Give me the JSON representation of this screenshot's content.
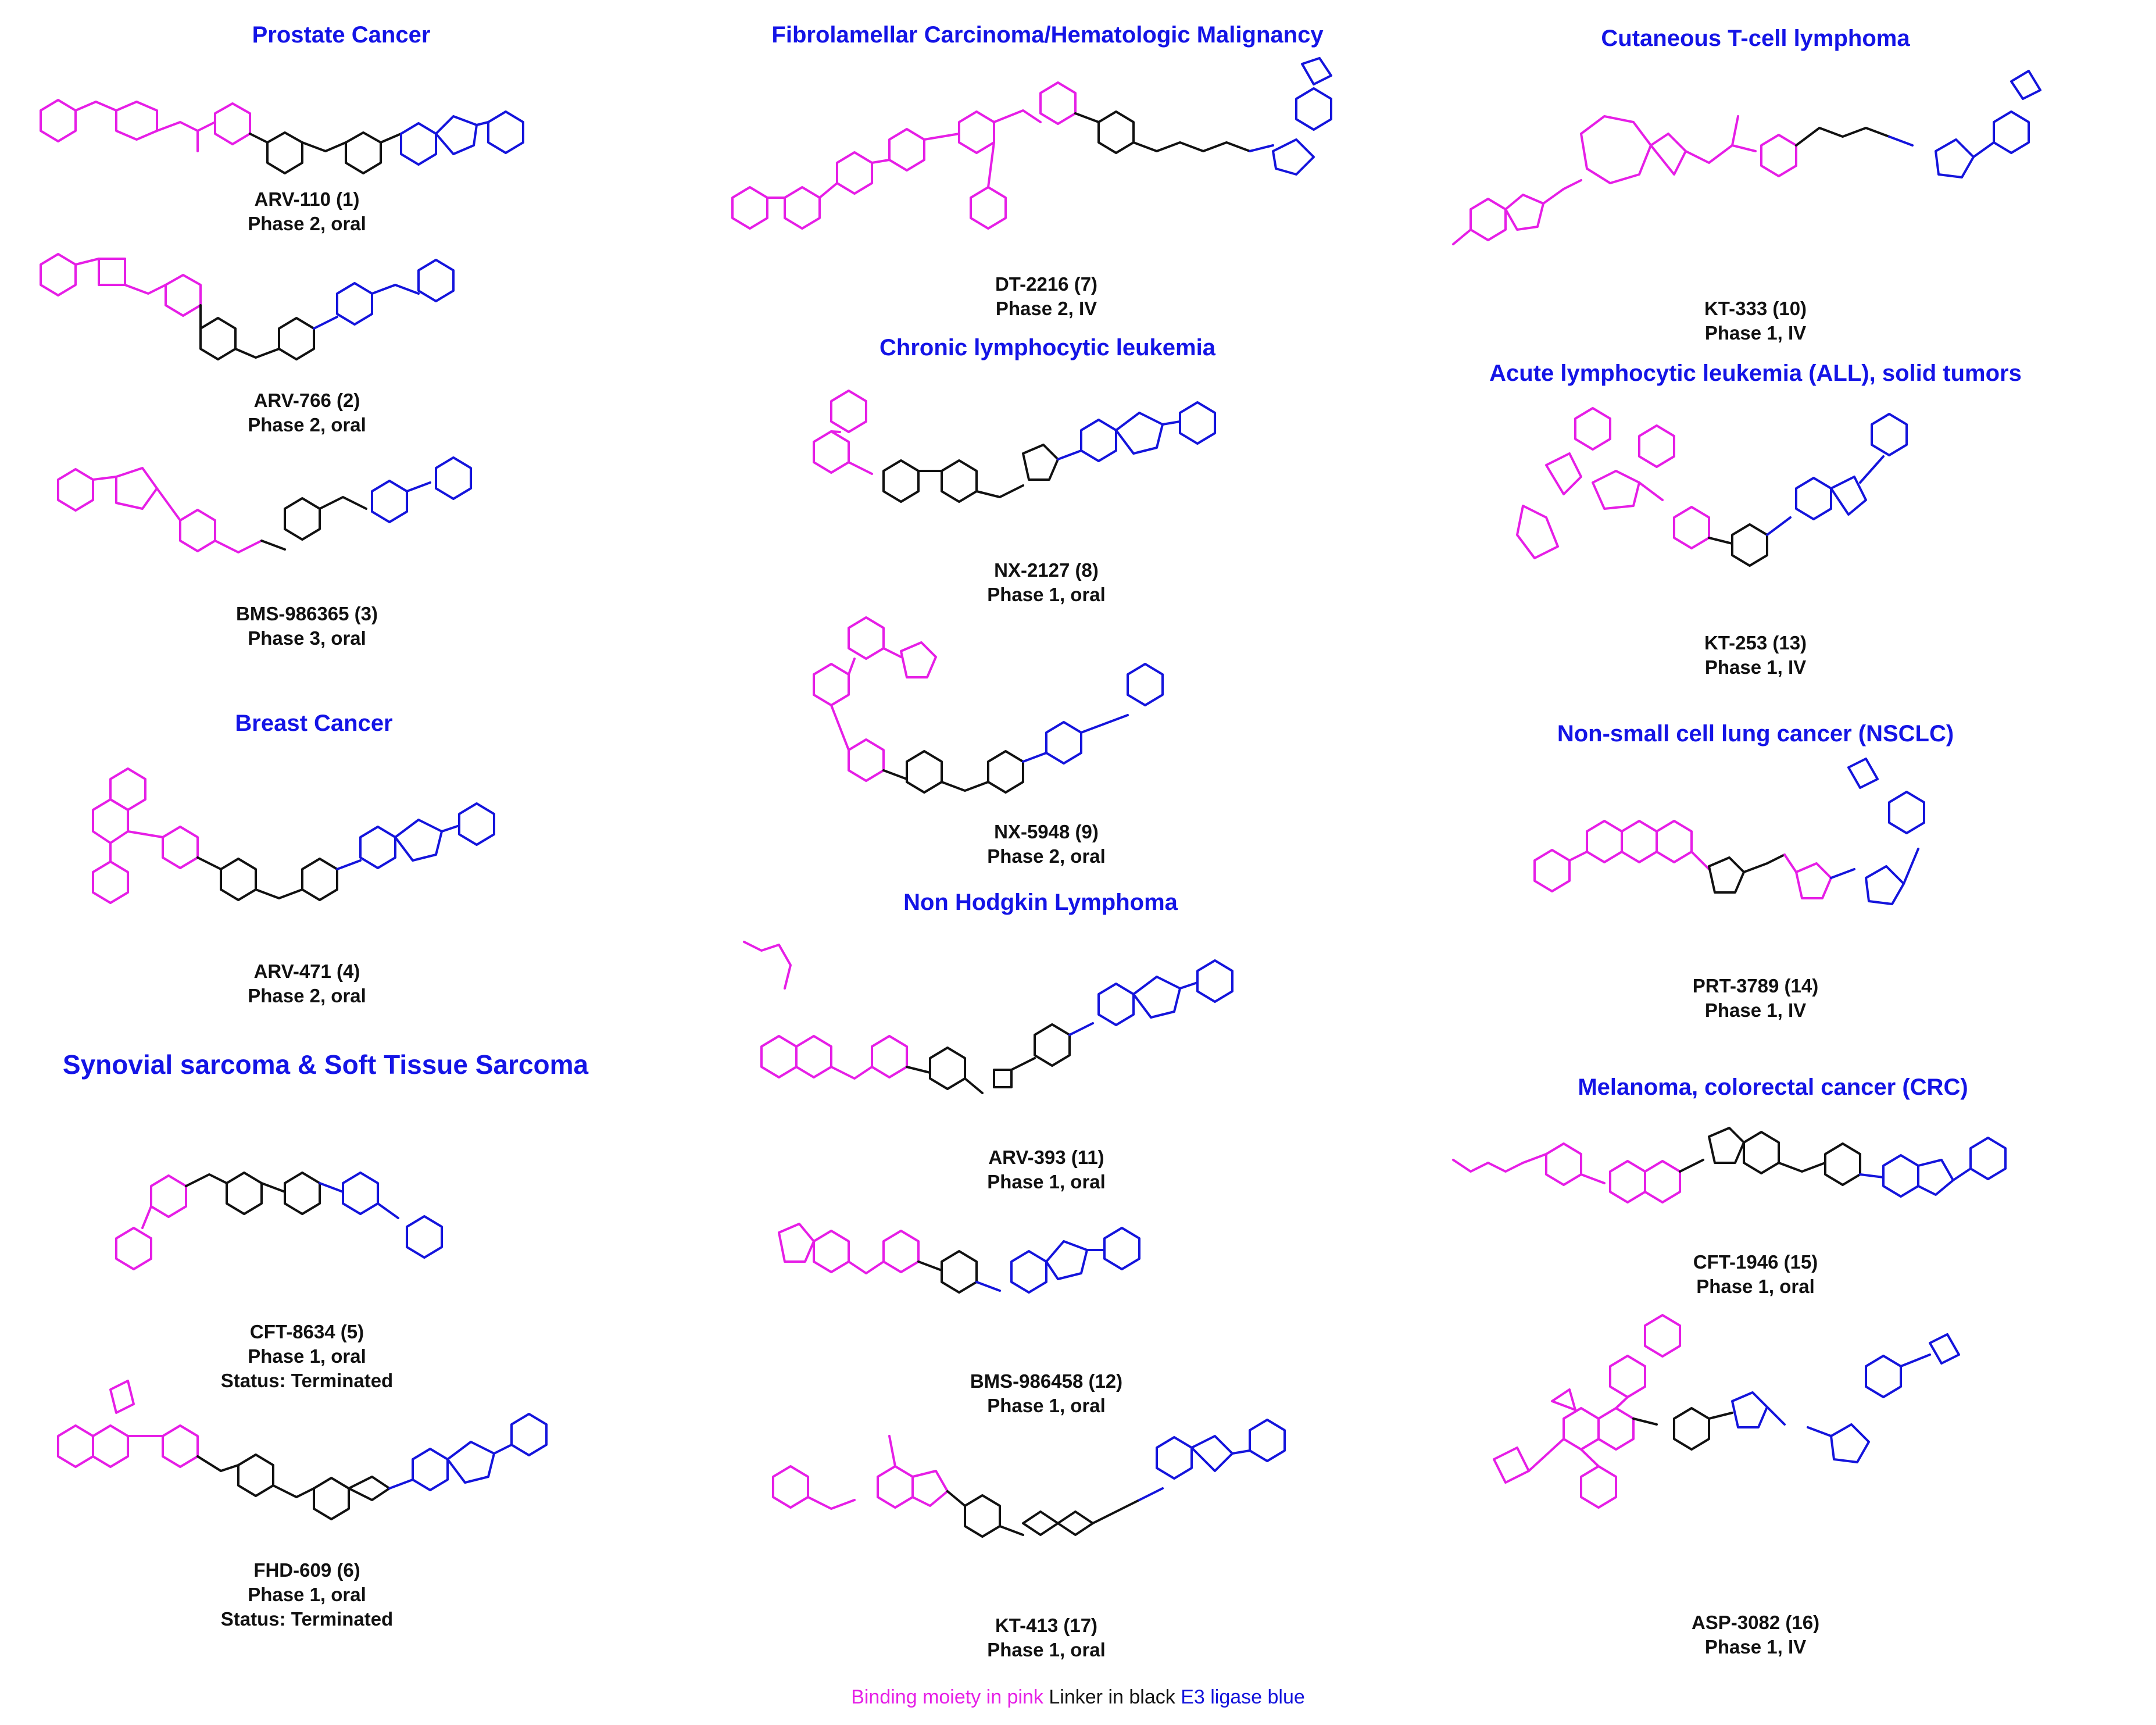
{
  "colors": {
    "binding": "#e61ee6",
    "linker": "#111111",
    "e3": "#1414dc",
    "heading": "#1414e6"
  },
  "headings": {
    "prostate": "Prostate Cancer",
    "fibro": "Fibrolamellar Carcinoma/Hematologic Malignancy",
    "ctcl": "Cutaneous T-cell lymphoma",
    "cll": "Chronic lymphocytic leukemia",
    "all": "Acute lymphocytic leukemia (ALL), solid tumors",
    "breast": "Breast Cancer",
    "nsclc": "Non-small cell lung cancer (NSCLC)",
    "nhl": "Non Hodgkin Lymphoma",
    "synovial": "Synovial sarcoma & Soft Tissue Sarcoma",
    "melanoma": "Melanoma, colorectal cancer (CRC)"
  },
  "compounds": {
    "c1": {
      "name": "ARV-110 (1)",
      "status": "Phase 2, oral"
    },
    "c2": {
      "name": "ARV-766 (2)",
      "status": "Phase 2, oral"
    },
    "c3": {
      "name": "BMS-986365 (3)",
      "status": "Phase 3, oral"
    },
    "c4": {
      "name": "ARV-471 (4)",
      "status": "Phase 2, oral"
    },
    "c5": {
      "name": "CFT-8634 (5)",
      "status": "Phase 1, oral",
      "note": "Status: Terminated"
    },
    "c6": {
      "name": "FHD-609 (6)",
      "status": "Phase 1, oral",
      "note": "Status: Terminated"
    },
    "c7": {
      "name": "DT-2216 (7)",
      "status": "Phase 2, IV"
    },
    "c8": {
      "name": "NX-2127 (8)",
      "status": "Phase 1, oral"
    },
    "c9": {
      "name": "NX-5948 (9)",
      "status": "Phase 2, oral"
    },
    "c11": {
      "name": "ARV-393 (11)",
      "status": "Phase 1, oral"
    },
    "c12": {
      "name": "BMS-986458 (12)",
      "status": "Phase 1, oral"
    },
    "c17": {
      "name": "KT-413 (17)",
      "status": "Phase 1, oral"
    },
    "c10": {
      "name": "KT-333 (10)",
      "status": "Phase 1, IV"
    },
    "c13": {
      "name": "KT-253 (13)",
      "status": "Phase 1, IV"
    },
    "c14": {
      "name": "PRT-3789 (14)",
      "status": "Phase 1, IV"
    },
    "c15": {
      "name": "CFT-1946 (15)",
      "status": "Phase 1, oral"
    },
    "c16": {
      "name": "ASP-3082 (16)",
      "status": "Phase 1, IV"
    }
  },
  "legend": {
    "binding": "Binding moiety in pink",
    "linker": "Linker in black",
    "e3": "E3 ligase blue"
  }
}
